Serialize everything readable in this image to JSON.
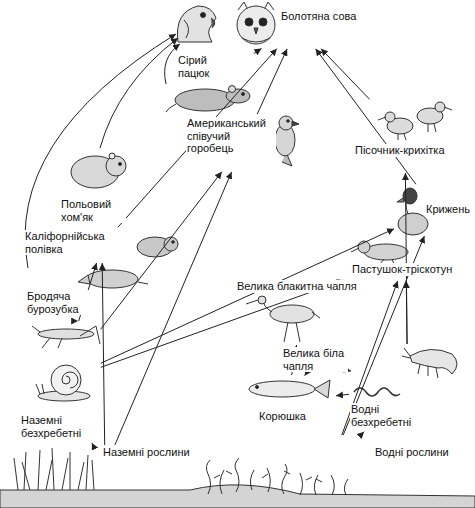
{
  "diagram": {
    "nodes": [
      {
        "text": [
          "Болотяна сова"
        ]
      },
      {
        "text": [
          "Сірий пацюк"
        ]
      },
      {
        "text": [
          "Польовий хом'як"
        ]
      },
      {
        "text": [
          "Американський співучий горобець"
        ]
      },
      {
        "text": [
          "Пісочник-крихітка"
        ]
      },
      {
        "text": [
          "Каліфорнійська полівка"
        ]
      },
      {
        "text": [
          "Крижень"
        ]
      },
      {
        "text": [
          "Бродяча бурозубка"
        ]
      },
      {
        "text": [
          "Велика блакитна чапля"
        ]
      },
      {
        "text": [
          "Пастушок-тріскотун"
        ]
      },
      {
        "text": [
          "Велика біла чапля"
        ]
      },
      {
        "text": [
          "Наземні безхребетні"
        ]
      },
      {
        "text": [
          "Корюшка"
        ]
      },
      {
        "text": [
          "Водні безхребетні"
        ]
      },
      {
        "text": [
          "Наземні рослини"
        ]
      },
      {
        "text": [
          "Водні рослини"
        ]
      }
    ],
    "edges": [
      {
        "from": 14,
        "to": 11,
        "arrow": "to"
      },
      {
        "from": 14,
        "to": 3,
        "arrow": "to"
      },
      {
        "from": 14,
        "to": 5,
        "arrow": "to"
      },
      {
        "from": 11,
        "to": 7,
        "arrow": "to"
      },
      {
        "from": 11,
        "to": 5,
        "arrow": "to"
      },
      {
        "from": 11,
        "to": 3,
        "arrow": "to"
      },
      {
        "from": 11,
        "to": 6,
        "arrow": "to"
      },
      {
        "from": 11,
        "to": 9,
        "arrow": "to"
      },
      {
        "from": 15,
        "to": 13,
        "arrow": "to"
      },
      {
        "from": 15,
        "to": 9,
        "arrow": "to"
      },
      {
        "from": 15,
        "to": 6,
        "arrow": "to"
      },
      {
        "from": 13,
        "to": 12,
        "arrow": "to"
      },
      {
        "from": 13,
        "to": 10,
        "arrow": "to"
      },
      {
        "from": 13,
        "to": 4,
        "arrow": "to"
      },
      {
        "from": 13,
        "to": 9,
        "arrow": "to"
      },
      {
        "from": 12,
        "to": 10,
        "arrow": "to"
      },
      {
        "from": 12,
        "to": 8,
        "arrow": "to"
      },
      {
        "from": 1,
        "to": 0,
        "arrow": "to"
      },
      {
        "from": 5,
        "to": 0,
        "arrow": "to"
      },
      {
        "from": 3,
        "to": 0,
        "arrow": "to"
      },
      {
        "from": 4,
        "to": 0,
        "arrow": "to"
      },
      {
        "from": 6,
        "to": 0,
        "arrow": "to"
      }
    ]
  }
}
